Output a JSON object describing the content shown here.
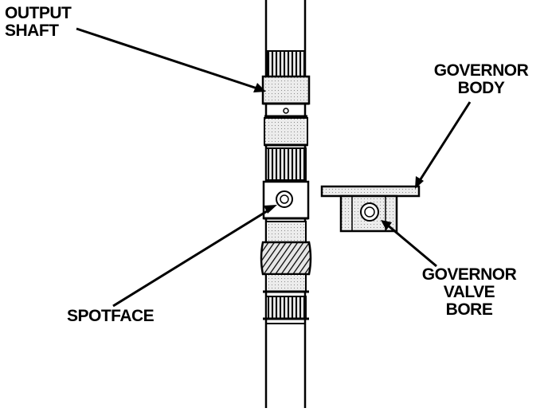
{
  "labels": {
    "output_shaft": [
      "OUTPUT",
      "SHAFT"
    ],
    "governor_body": [
      "GOVERNOR",
      "BODY"
    ],
    "spotface": "SPOTFACE",
    "governor_valve_bore": [
      "GOVERNOR",
      "VALVE",
      "BORE"
    ]
  },
  "colors": {
    "ink": "#000000",
    "shade": "#d8d8d8",
    "background": "#ffffff"
  }
}
